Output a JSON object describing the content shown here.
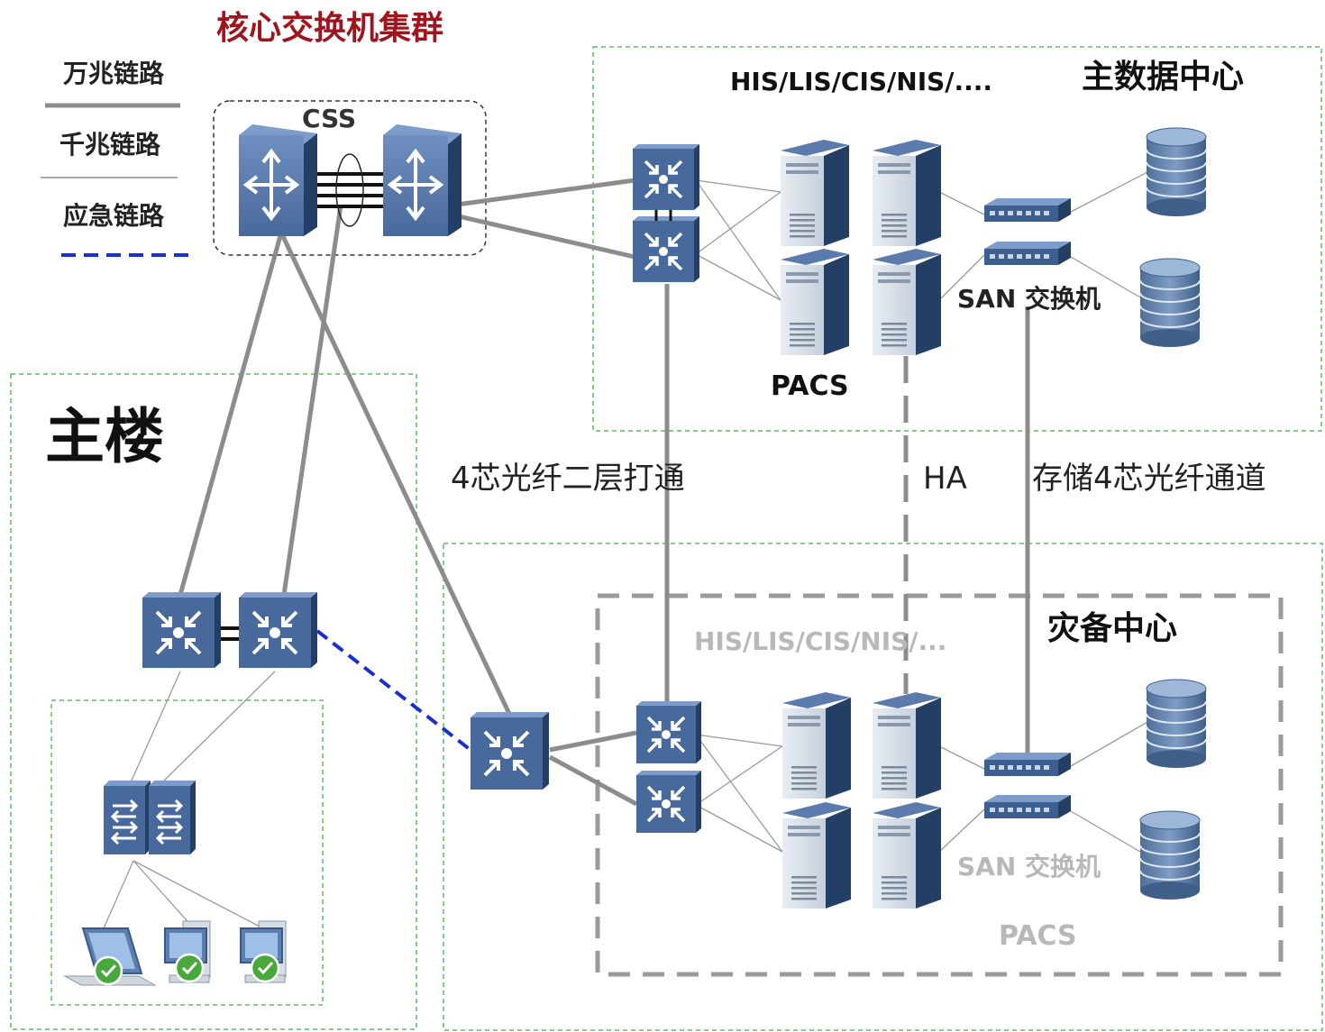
{
  "title": "核心交换机集群",
  "legend": {
    "items": [
      {
        "label": "万兆链路",
        "style": "thick-solid"
      },
      {
        "label": "千兆链路",
        "style": "thin-solid"
      },
      {
        "label": "应急链路",
        "style": "dashed-blue"
      }
    ]
  },
  "core": {
    "css_label": "CSS"
  },
  "main_dc": {
    "title": "主数据中心",
    "apps": "HIS/LIS/CIS/NIS/....",
    "pacs": "PACS",
    "san": "SAN 交换机"
  },
  "building": {
    "title": "主楼"
  },
  "links": {
    "fiber": "4芯光纤二层打通",
    "ha": "HA",
    "storage": "存储4芯光纤通道"
  },
  "dr_dc": {
    "title": "灾备中心",
    "apps": "HIS/LIS/CIS/NIS/...",
    "san": "SAN 交换机",
    "pacs": "PACS"
  },
  "colors": {
    "title_red": "#a0141e",
    "device_blue": "#3d5f8f",
    "device_dark": "#233f66",
    "green_dash": "#5cbf5c",
    "gray_line": "#8c8c8c",
    "emergency_blue": "#1a2fd0",
    "faded_text": "#b8b8b8"
  }
}
